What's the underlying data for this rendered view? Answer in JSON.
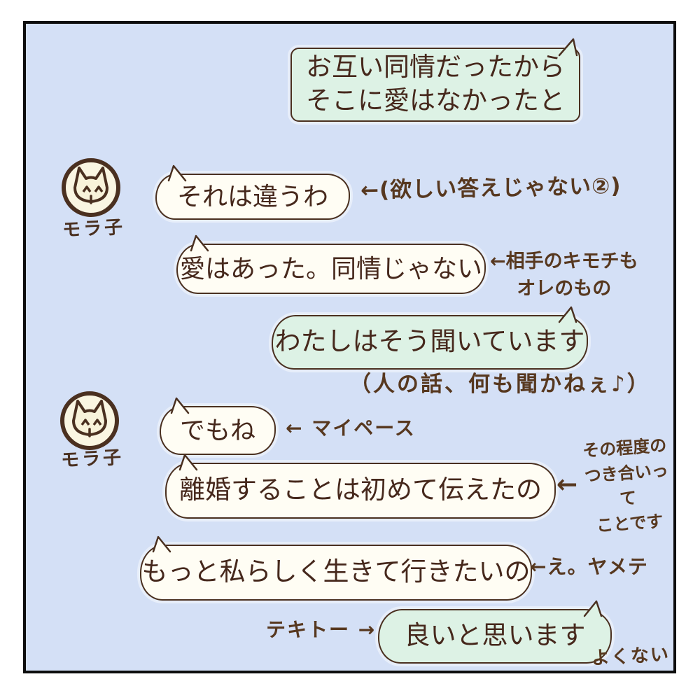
{
  "palette": {
    "page_bg": "#ffffff",
    "panel_bg": "#d4e0f6",
    "panel_border": "#0d0d0d",
    "ink": "#4a3020",
    "bubble_green": "#ddf2e5",
    "bubble_white": "#fffdf4",
    "avatar_fill": "#f8f3da"
  },
  "character": {
    "name": "モラ子"
  },
  "bubbles": {
    "b1": "お互い同情だったから\nそこに愛はなかったと",
    "b2": "それは違うわ",
    "b3": "愛はあった。同情じゃない",
    "b4": "わたしはそう聞いています",
    "b5": "でもね",
    "b6": "離婚することは初めて伝えたの",
    "b7": "もっと私らしく生きて行きたいの",
    "b8": "良いと思います"
  },
  "notes": {
    "n1": "←(欲しい答えじゃない②)",
    "n2": "←相手のキモチも\nオレのもの",
    "n3": "（人の話、何も聞かねぇ♪）",
    "n4": "← マイペース",
    "n5_arrow": "←",
    "n5": "その程度の\nつき合いって\nことです",
    "n6": "←え。ヤメテ",
    "n7": "テキトー →",
    "n8": "よくない"
  }
}
